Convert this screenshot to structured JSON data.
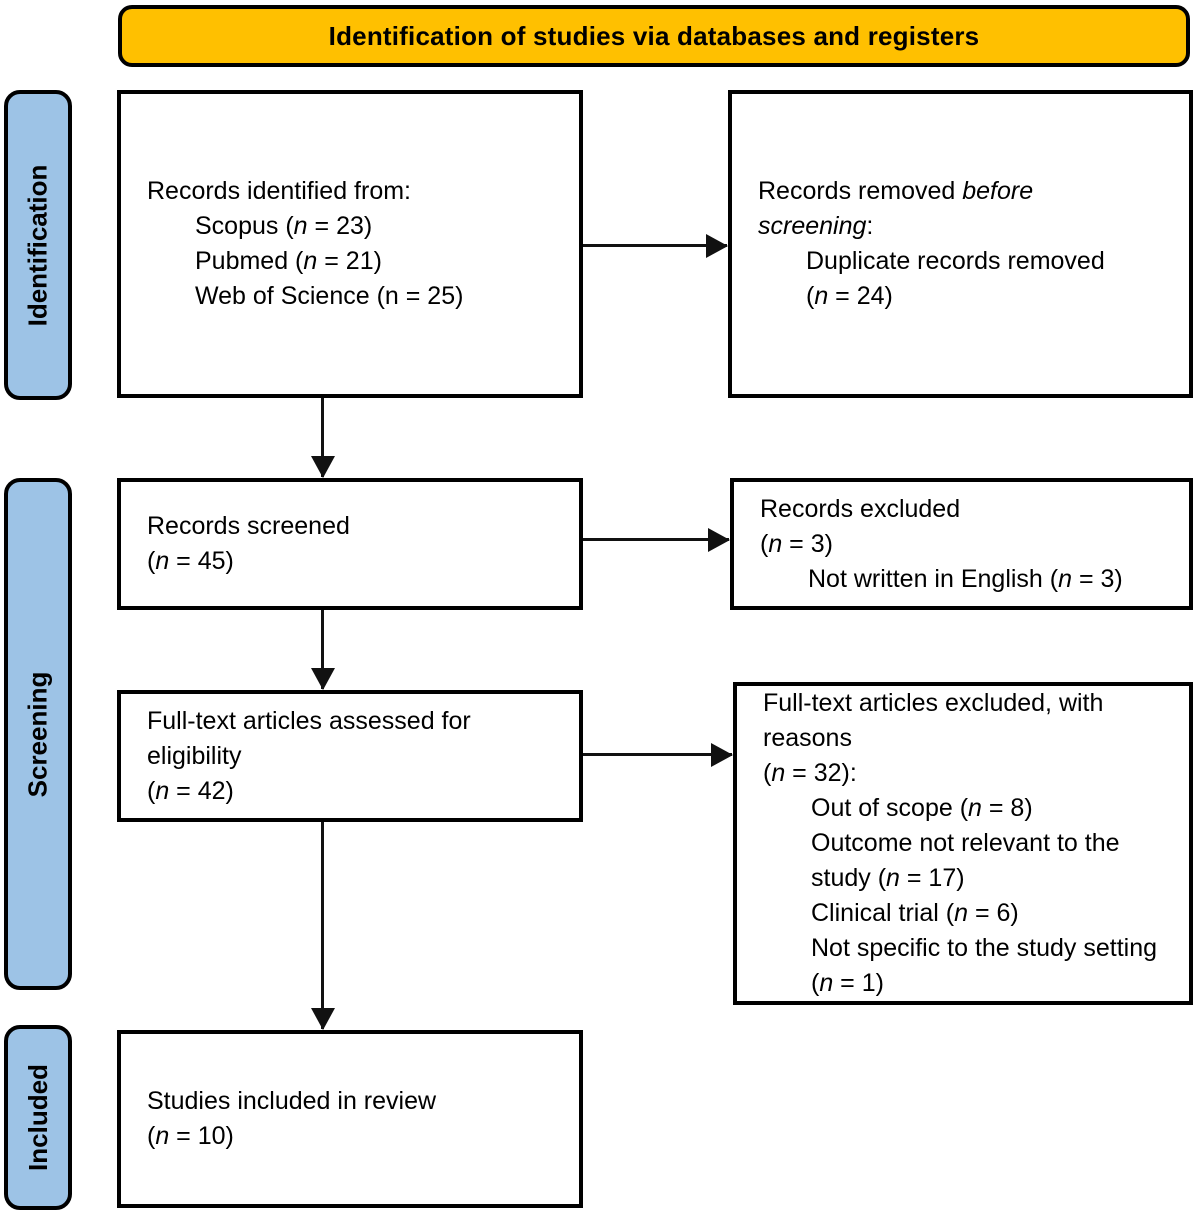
{
  "header": {
    "label": "Identification of studies via databases and registers"
  },
  "colors": {
    "header_bg": "#FFC000",
    "stage_bg": "#9DC3E6",
    "border": "#000000",
    "arrow": "#111111",
    "box_bg": "#FFFFFF"
  },
  "stages": [
    {
      "id": "identification",
      "label": "Identification"
    },
    {
      "id": "screening",
      "label": "Screening"
    },
    {
      "id": "included",
      "label": "Included"
    }
  ],
  "boxes": [
    {
      "id": "records-identified",
      "lines": [
        {
          "text": "Records identified from:",
          "indent": 0
        },
        {
          "text": "Scopus (*n* = 23)",
          "indent": 1
        },
        {
          "text": "Pubmed (*n* = 21)",
          "indent": 1
        },
        {
          "text": "Web of Science (n = 25)",
          "indent": 1
        }
      ]
    },
    {
      "id": "records-removed",
      "lines": [
        {
          "text": "Records removed *before screening*:",
          "indent": 0
        },
        {
          "text": "Duplicate records removed (*n* = 24)",
          "indent": 1
        }
      ]
    },
    {
      "id": "records-screened",
      "lines": [
        {
          "text": "Records screened",
          "indent": 0
        },
        {
          "text": "(*n* = 45)",
          "indent": 0
        }
      ]
    },
    {
      "id": "records-excluded",
      "lines": [
        {
          "text": "Records excluded",
          "indent": 0
        },
        {
          "text": "(*n* = 3)",
          "indent": 0
        },
        {
          "text": "Not written in English (*n* = 3)",
          "indent": 1
        }
      ]
    },
    {
      "id": "fulltext-assessed",
      "lines": [
        {
          "text": "Full-text articles assessed for eligibility",
          "indent": 0
        },
        {
          "text": "(*n* = 42)",
          "indent": 0
        }
      ]
    },
    {
      "id": "fulltext-excluded",
      "lines": [
        {
          "text": "Full-text articles excluded, with reasons",
          "indent": 0
        },
        {
          "text": "(*n* = 32):",
          "indent": 0
        },
        {
          "text": "Out of scope (*n* = 8)",
          "indent": 1
        },
        {
          "text": "Outcome not relevant to the study (*n* = 17)",
          "indent": 1
        },
        {
          "text": "Clinical trial (*n* = 6)",
          "indent": 1
        },
        {
          "text": "Not specific to the study setting (*n* = 1)",
          "indent": 1
        }
      ]
    },
    {
      "id": "studies-included",
      "lines": [
        {
          "text": "Studies included in review",
          "indent": 0
        },
        {
          "text": "(*n* = 10)",
          "indent": 0
        }
      ]
    }
  ]
}
